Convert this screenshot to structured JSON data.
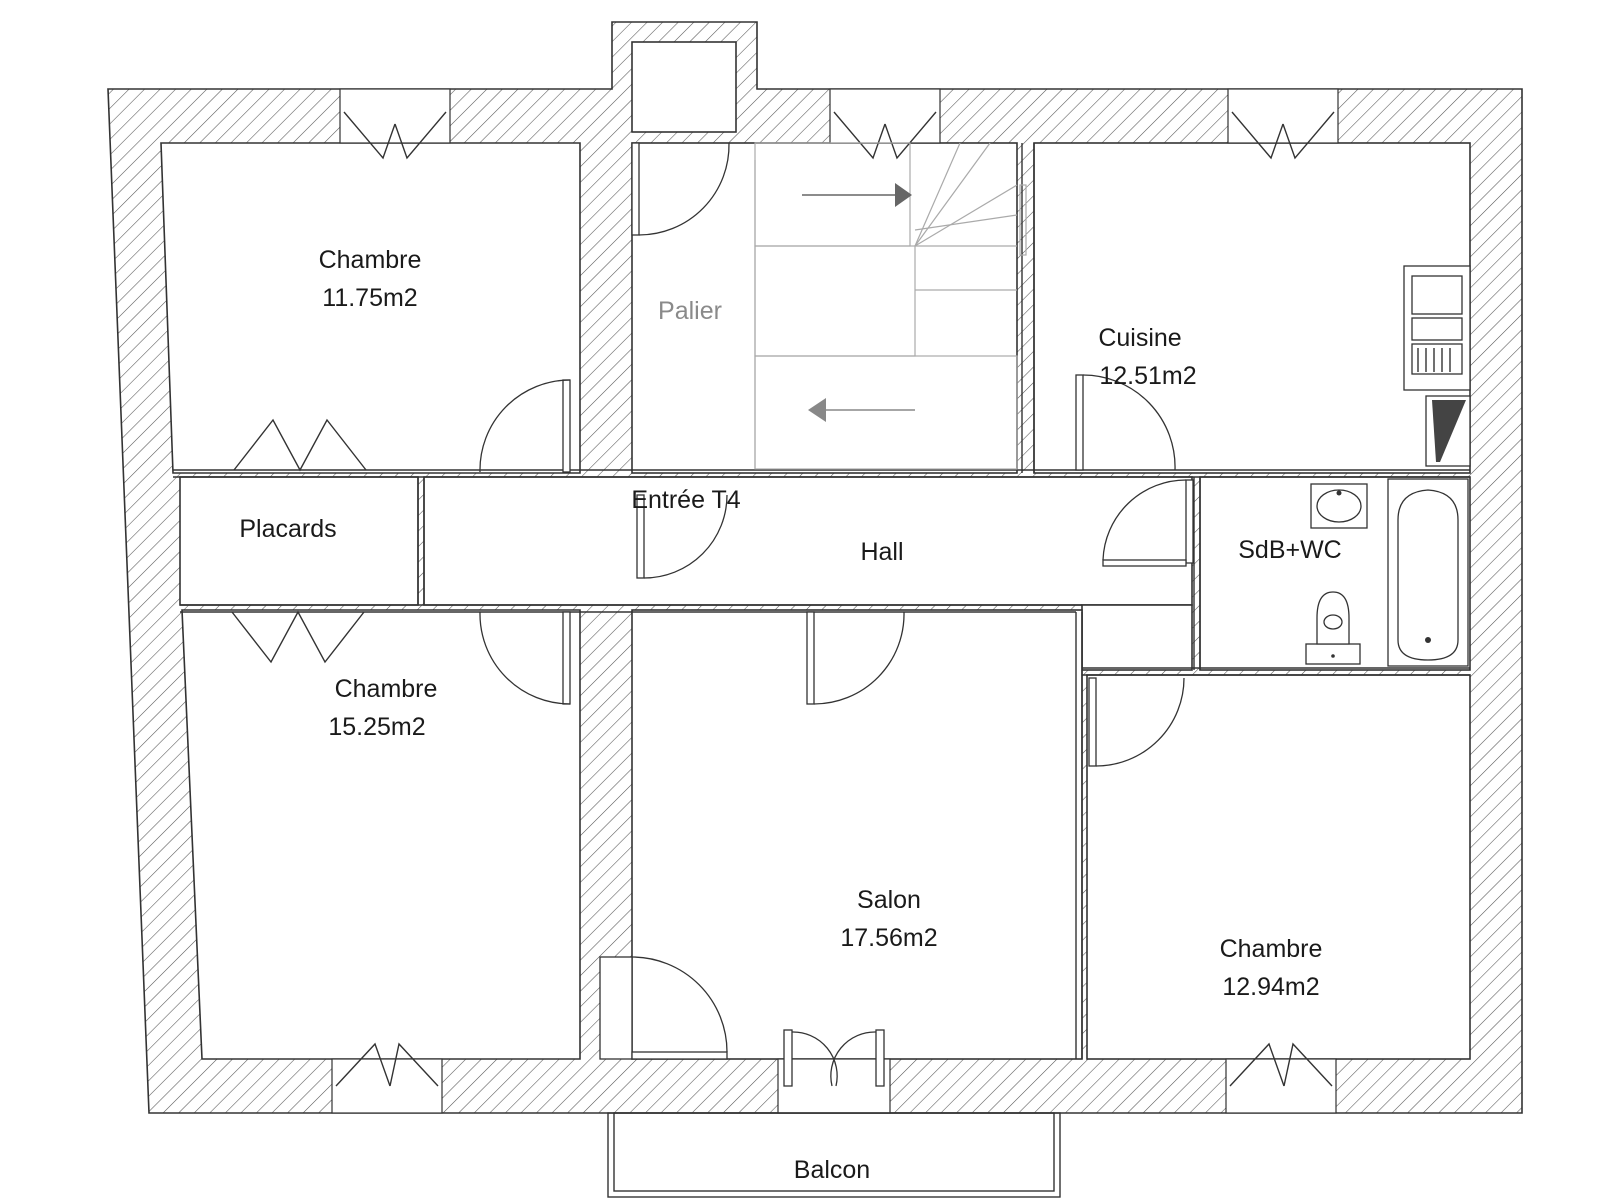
{
  "rooms": {
    "chambre_1": {
      "name": "Chambre",
      "area": "11.75m2"
    },
    "palier": {
      "name": "Palier"
    },
    "cuisine": {
      "name": "Cuisine",
      "area": "12.51m2"
    },
    "placards": {
      "name": "Placards"
    },
    "entree": {
      "name": "Entrée T4"
    },
    "hall": {
      "name": "Hall"
    },
    "sdb": {
      "name": "SdB+WC"
    },
    "chambre_2": {
      "name": "Chambre",
      "area": "15.25m2"
    },
    "salon": {
      "name": "Salon",
      "area": "17.56m2"
    },
    "chambre_3": {
      "name": "Chambre",
      "area": "12.94m2"
    },
    "balcon": {
      "name": "Balcon"
    }
  },
  "colors": {
    "wall_hatch": "#555555",
    "line": "#333333",
    "palier_text": "#8a8a8a"
  },
  "icons": [
    "stair-arrow-icon",
    "sink-icon",
    "bathtub-icon",
    "toilet-icon",
    "stove-icon",
    "fridge-icon"
  ]
}
